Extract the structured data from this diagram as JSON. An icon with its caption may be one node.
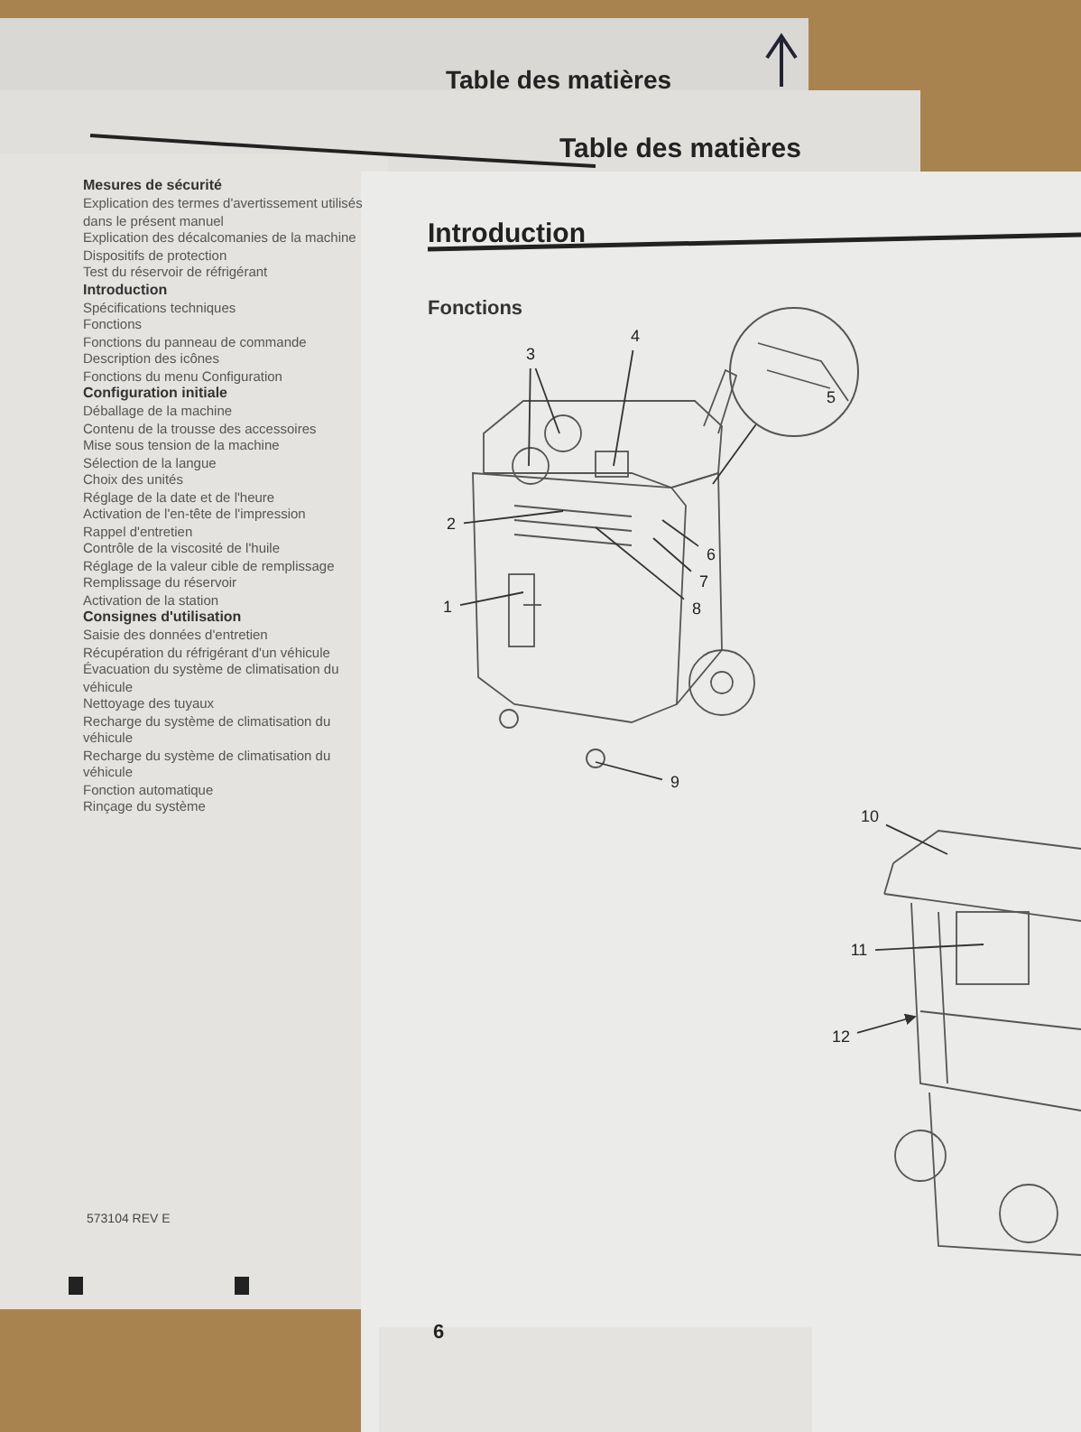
{
  "diagram": {
    "nodes": [
      {
        "text": [
          "1"
        ]
      },
      {
        "text": [
          "2"
        ]
      },
      {
        "text": [
          "3"
        ]
      },
      {
        "text": [
          "4"
        ]
      },
      {
        "text": [
          "5"
        ]
      },
      {
        "text": [
          "6"
        ]
      },
      {
        "text": [
          "7"
        ]
      },
      {
        "text": [
          "8"
        ]
      },
      {
        "text": [
          "9"
        ]
      },
      {
        "text": [
          "10"
        ]
      },
      {
        "text": [
          "11"
        ]
      },
      {
        "text": [
          "12"
        ]
      }
    ],
    "edges": [
      {
        "from": 0,
        "to": null,
        "arrow": "none"
      },
      {
        "from": 1,
        "to": null,
        "arrow": "none"
      },
      {
        "from": 2,
        "to": null,
        "arrow": "none"
      },
      {
        "from": 2,
        "to": null,
        "arrow": "none"
      },
      {
        "from": 3,
        "to": null,
        "arrow": "none"
      },
      {
        "from": 4,
        "to": null,
        "arrow": "none"
      },
      {
        "from": 5,
        "to": null,
        "arrow": "none"
      },
      {
        "from": 6,
        "to": null,
        "arrow": "none"
      },
      {
        "from": 7,
        "to": null,
        "arrow": "none"
      },
      {
        "from": 8,
        "to": null,
        "arrow": "none"
      },
      {
        "from": 9,
        "to": null,
        "arrow": "none"
      },
      {
        "from": 10,
        "to": null,
        "arrow": "none"
      },
      {
        "from": 11,
        "to": null,
        "arrow": "to"
      }
    ],
    "labels": [
      "Table des matières",
      "Table des matières",
      "Introduction",
      "Fonctions",
      "Mesures de sécurité",
      "Explication des termes d'avertissement utilisés dans le présent manuel",
      "Explication des décalcomanies de la machine",
      "Dispositifs de protection",
      "Test du réservoir de réfrigérant",
      "Introduction",
      "Spécifications techniques",
      "Fonctions",
      "Fonctions du panneau de commande",
      "Description des icônes",
      "Fonctions du menu Configuration",
      "Configuration initiale",
      "Déballage de la machine",
      "Contenu de la trousse des accessoires",
      "Mise sous tension de la machine",
      "Sélection de la langue",
      "Choix des unités",
      "Réglage de la date et de l'heure",
      "Activation de l'en-tête de l'impression",
      "Rappel d'entretien",
      "Contrôle de la viscosité de l'huile",
      "Réglage de la valeur cible de remplissage",
      "Remplissage du réservoir",
      "Activation de la station",
      "Consignes d'utilisation",
      "Saisie des données d'entretien",
      "Récupération du réfrigérant d'un véhicule",
      "Évacuation du système de climatisation du véhicule",
      "Nettoyage des tuyaux",
      "Recharge du système de climatisation du véhicule",
      "Recharge du système de climatisation du véhicule",
      "Fonction automatique",
      "Rinçage du système",
      "573104 REV E",
      "6"
    ]
  }
}
